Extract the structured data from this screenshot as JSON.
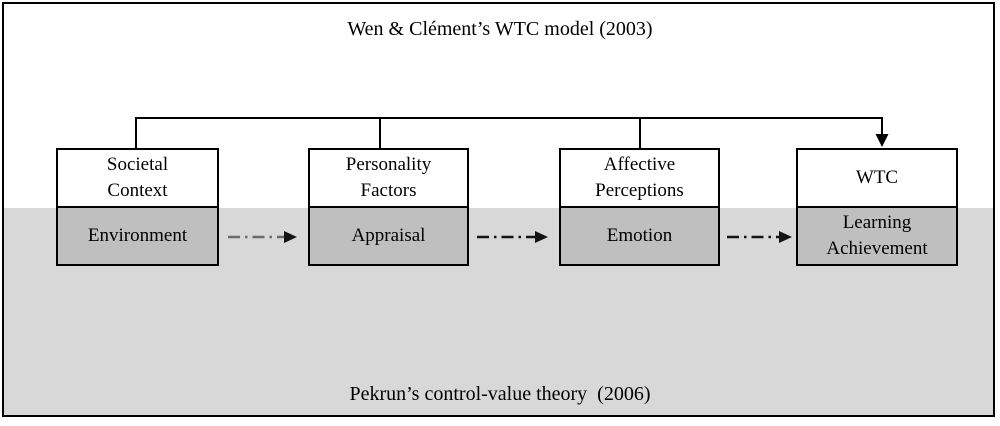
{
  "diagram": {
    "top_model_label": "Wen & Clément’s WTC model (2003)",
    "bottom_theory_label": "Pekrun’s control-value theory  (2006)",
    "boxes": [
      {
        "top_lines": [
          "Societal",
          "Context"
        ],
        "bottom_lines": [
          "Environment"
        ]
      },
      {
        "top_lines": [
          "Personality",
          "Factors"
        ],
        "bottom_lines": [
          "Appraisal"
        ]
      },
      {
        "top_lines": [
          "Affective",
          "Perceptions"
        ],
        "bottom_lines": [
          "Emotion"
        ]
      },
      {
        "top_lines": [
          "WTC"
        ],
        "bottom_lines": [
          "Learning",
          "Achievement"
        ]
      }
    ],
    "colors": {
      "frame_border": "#000000",
      "upper_band_bg": "#ffffff",
      "lower_band_bg": "#d8d8d8",
      "box_top_bg": "#ffffff",
      "box_bottom_bg": "#bfbfbf",
      "text": "#000000",
      "connector_gray": "#6a6a6a",
      "connector_black": "#141414"
    }
  }
}
